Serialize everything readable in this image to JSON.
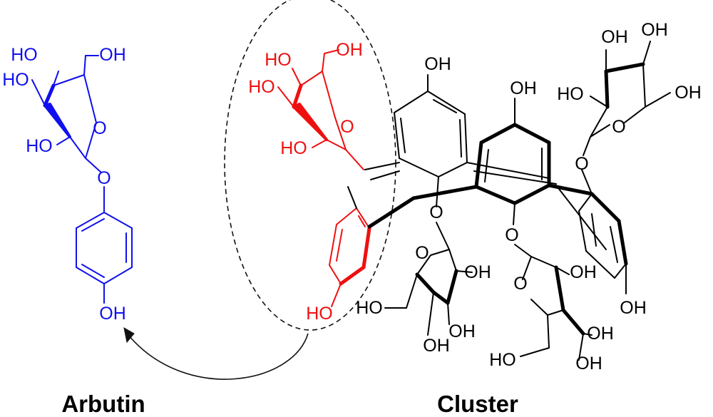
{
  "captions": {
    "left": "Arbutin",
    "right": "Cluster"
  },
  "colors": {
    "arbutin": "#1010ee",
    "highlight": "#ee1010",
    "cluster": "#000000"
  },
  "labels": {
    "hydroxyl": "OH",
    "hydroxyl_left": "HO",
    "ring_oxygen": "O"
  }
}
